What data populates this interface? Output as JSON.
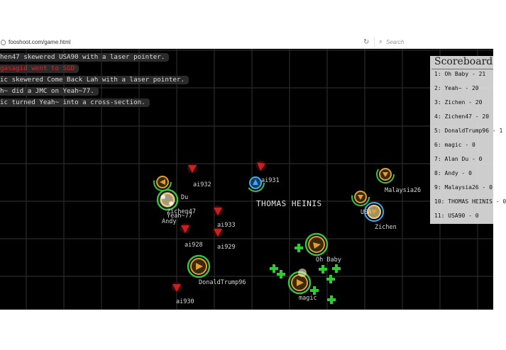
{
  "browser": {
    "url": "fooshoot.com/game.html",
    "search_placeholder": "Search",
    "reload_glyph": "↻",
    "search_glyph": "⌕"
  },
  "killfeed": [
    {
      "text": "hen47 skewered USA90 with a laser pointer.",
      "color": "normal"
    },
    {
      "text": "gasagid went to SGD",
      "color": "red"
    },
    {
      "text": "ic skewered Come Back Lah with a laser pointer.",
      "color": "normal"
    },
    {
      "text": "h~ did a JMC on Yeah~77.",
      "color": "normal"
    },
    {
      "text": "ic turned Yeah~ into a cross-section.",
      "color": "normal"
    }
  ],
  "scoreboard": {
    "title": "Scoreboard",
    "rows": [
      "1: Oh Baby - 21",
      "2: Yeah~ - 20",
      "3: Zichen - 20",
      "4: Zichen47 - 20",
      "5: DonaldTrump96 - 1",
      "6: magic - 0",
      "7: Alan Du - 0",
      "8: Andy - 0",
      "9: Malaysia26 - 0",
      "10: THOMAS HEINIS - 0",
      "11: USA90 - 0"
    ]
  },
  "player_labels": {
    "ai932": "ai932",
    "ai931": "ai931",
    "du": "Du",
    "yeah77": "Yeah~77",
    "zichen47": "Zichen47",
    "andy": "Andy",
    "ai933": "ai933",
    "ai928": "ai928",
    "ai929": "ai929",
    "thomas": "THOMAS HEINIS",
    "oh_baby": "Oh Baby",
    "malaysia26": "Malaysia26",
    "zichen": "Zichen",
    "donaldtrump96": "DonaldTrump96",
    "ai930": "ai930",
    "magic": "magic",
    "usa": "USA"
  },
  "below_text": "                  ",
  "colors": {
    "background": "#000000",
    "grid": "#2a2a2a",
    "player_orange": "#e0a030",
    "player_blue": "#3fa9f5",
    "ring_green": "#3fbf3f",
    "enemy_red": "#c82020",
    "pickup_green": "#2ecc2e",
    "killfeed_bg": "#2b2b2b",
    "scoreboard_bg": "#d9d9d9"
  }
}
